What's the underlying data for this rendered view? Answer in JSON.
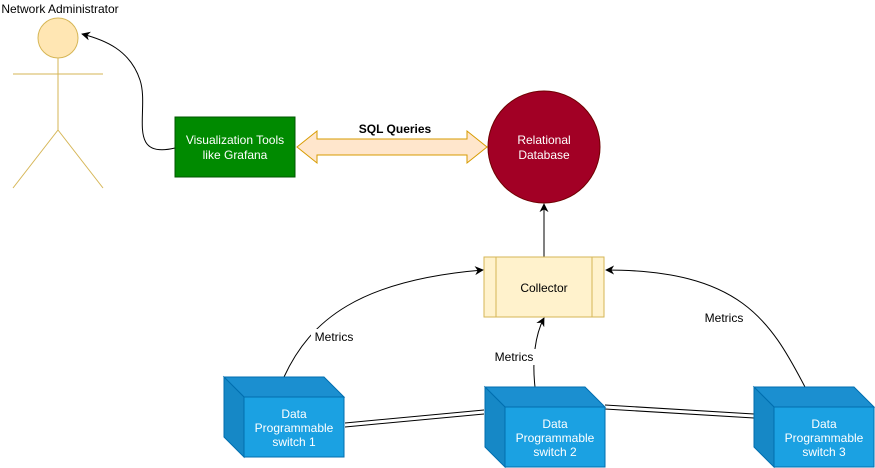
{
  "actor": {
    "label": "Network Administrator"
  },
  "visualization": {
    "line1": "Visualization Tools",
    "line2": "like Grafana"
  },
  "database": {
    "line1": "Relational",
    "line2": "Database"
  },
  "sql_label": "SQL Queries",
  "collector": {
    "label": "Collector"
  },
  "switches": [
    {
      "line1": "Data",
      "line2": "Programmable",
      "line3": "switch 1"
    },
    {
      "line1": "Data",
      "line2": "Programmable",
      "line3": "switch 2"
    },
    {
      "line1": "Data",
      "line2": "Programmable",
      "line3": "switch 3"
    }
  ],
  "metrics_labels": [
    "Metrics",
    "Metrics",
    "Metrics"
  ],
  "colors": {
    "actor_fill": "#ffe6b3",
    "actor_stroke": "#d6b656",
    "visualization_fill": "#008a00",
    "database_fill": "#a20025",
    "collector_fill": "#fff2cc",
    "collector_stroke": "#d6b656",
    "switch_fill": "#1ba1e2",
    "switch_stroke": "#006eaf",
    "sql_arrow_fill": "#ffe6cc",
    "sql_arrow_stroke": "#d79b00"
  },
  "icons": {
    "actor": "stick-figure-icon",
    "switch": "3d-cube-icon"
  }
}
